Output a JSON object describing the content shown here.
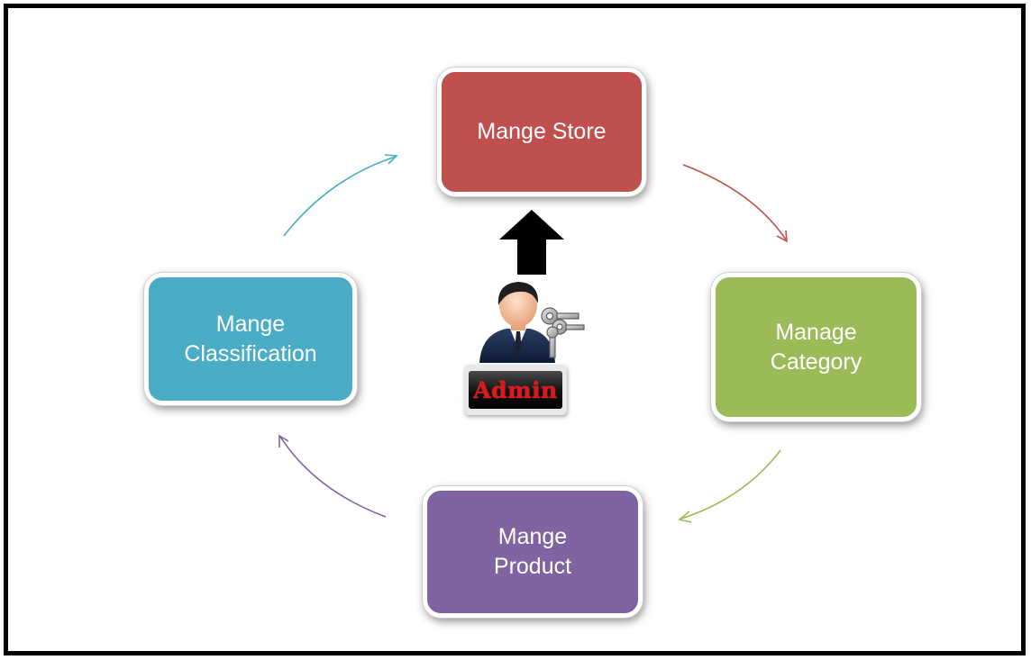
{
  "nodes": {
    "store": {
      "label": "Mange Store",
      "color": "#c0504d"
    },
    "category": {
      "label": "Manage\nCategory",
      "color": "#9bbb59"
    },
    "product": {
      "label": "Mange\nProduct",
      "color": "#8064a2"
    },
    "classification": {
      "label": "Mange\nClassification",
      "color": "#4bacc6"
    }
  },
  "admin": {
    "badge_label": "Admin",
    "icon": "admin-user-keys-icon"
  },
  "cycle_arrows": [
    {
      "from": "store",
      "to": "category",
      "color": "#c0504d"
    },
    {
      "from": "category",
      "to": "product",
      "color": "#9bbb59"
    },
    {
      "from": "product",
      "to": "classification",
      "color": "#8064a2"
    },
    {
      "from": "classification",
      "to": "store",
      "color": "#4bacc6"
    }
  ],
  "admin_arrow": {
    "to": "store",
    "color": "#000000",
    "icon": "up-arrow-icon"
  }
}
